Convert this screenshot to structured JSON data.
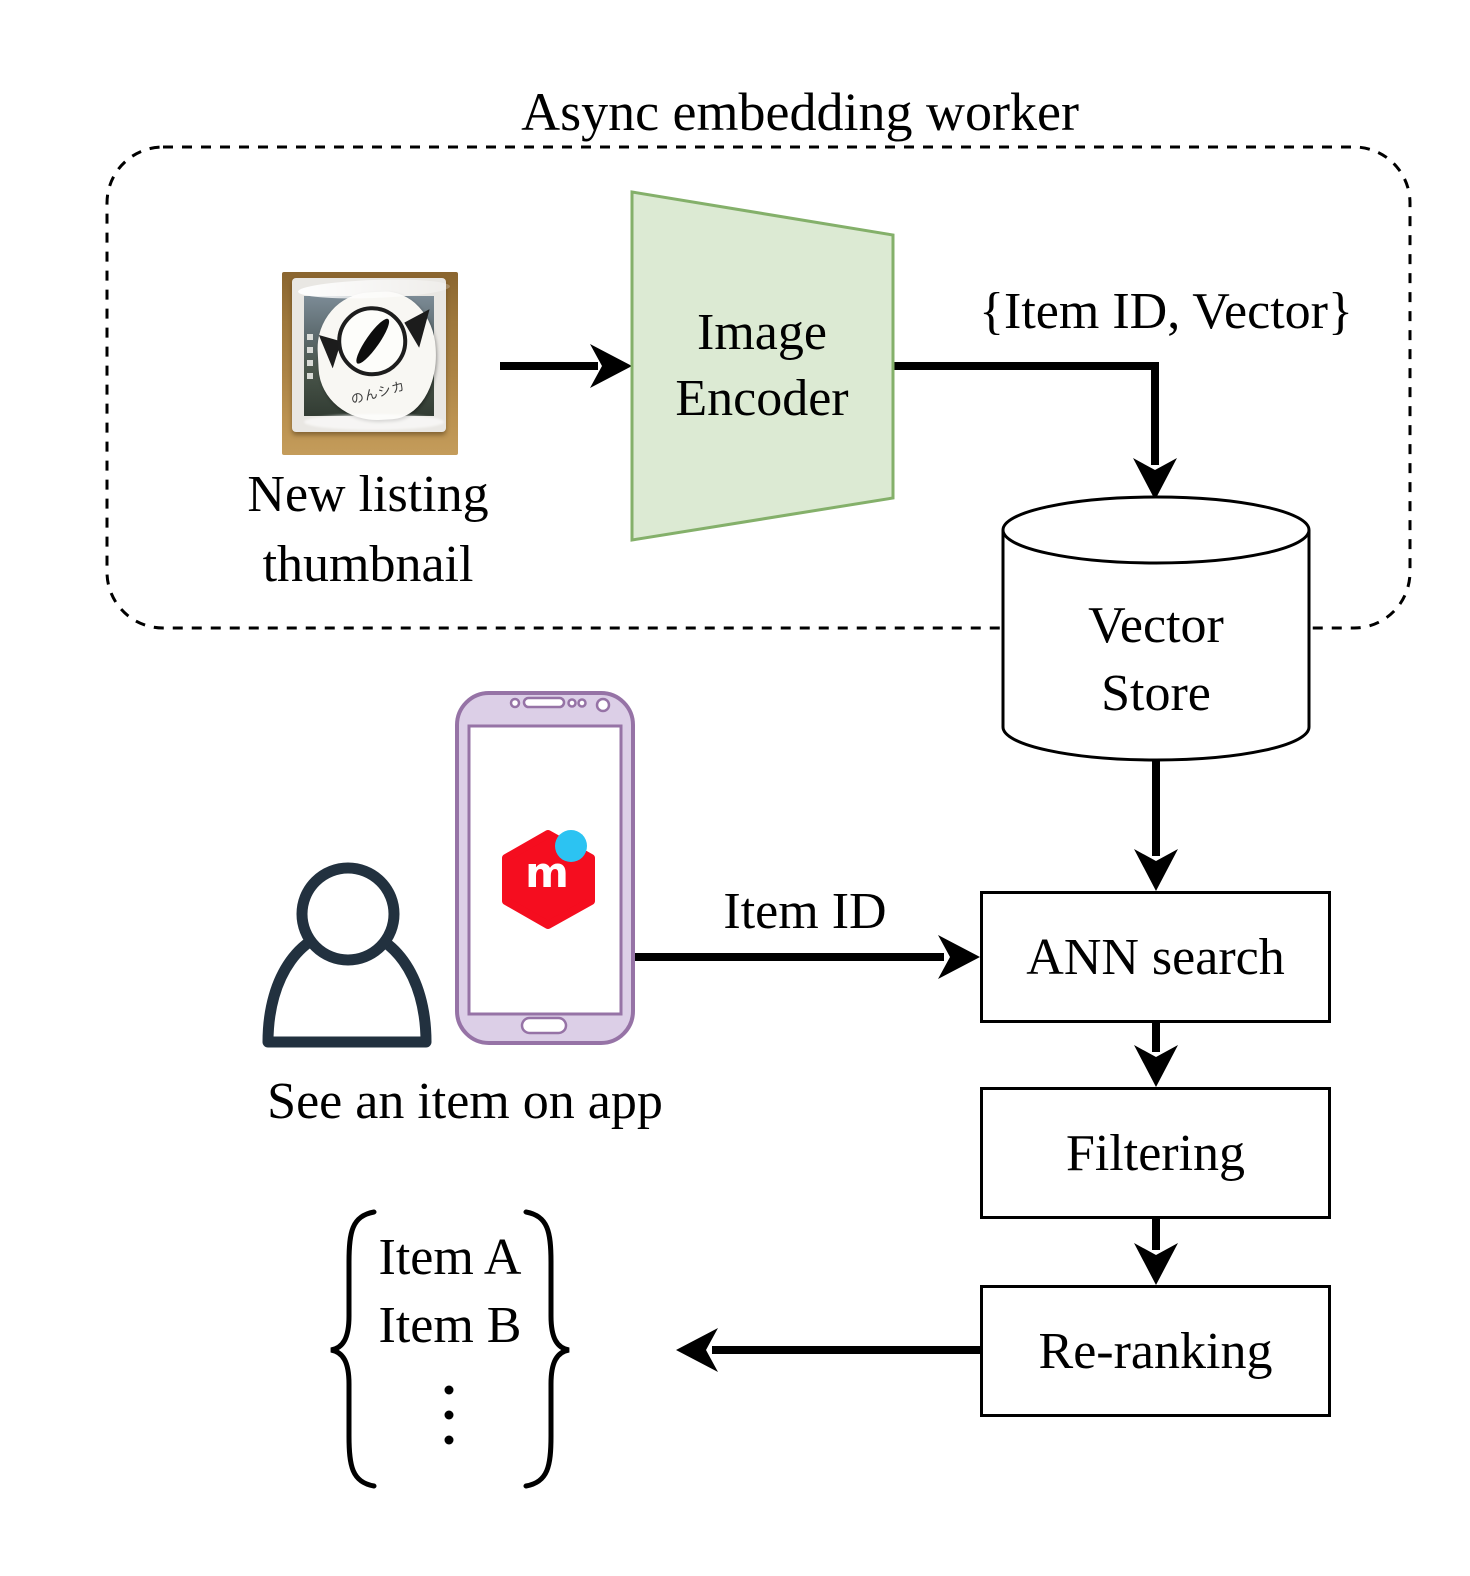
{
  "colors": {
    "ink": "#000000",
    "encoder_fill": "#dcead3",
    "encoder_stroke": "#84b06a",
    "phone_fill": "#dccfe7",
    "phone_stroke": "#9673a6",
    "mercari_red": "#f50d1f",
    "mercari_cyan": "#2cc3f2",
    "person": "#22313f"
  },
  "worker": {
    "title": "Async embedding worker",
    "encoder": {
      "line1": "Image",
      "line2": "Encoder"
    },
    "thumbnail_caption": {
      "line1": "New listing",
      "line2": "thumbnail"
    },
    "output_label": "{Item ID, Vector}"
  },
  "store": {
    "line1": "Vector",
    "line2": "Store"
  },
  "user": {
    "caption": "See an item on app",
    "query_label": "Item ID",
    "app_logo_letter": "m"
  },
  "pipeline": {
    "ann": "ANN search",
    "filtering": "Filtering",
    "reranking": "Re-ranking"
  },
  "results": {
    "item_a": "Item A",
    "item_b": "Item B"
  },
  "photo": {
    "badge_text": "のんシカ"
  }
}
